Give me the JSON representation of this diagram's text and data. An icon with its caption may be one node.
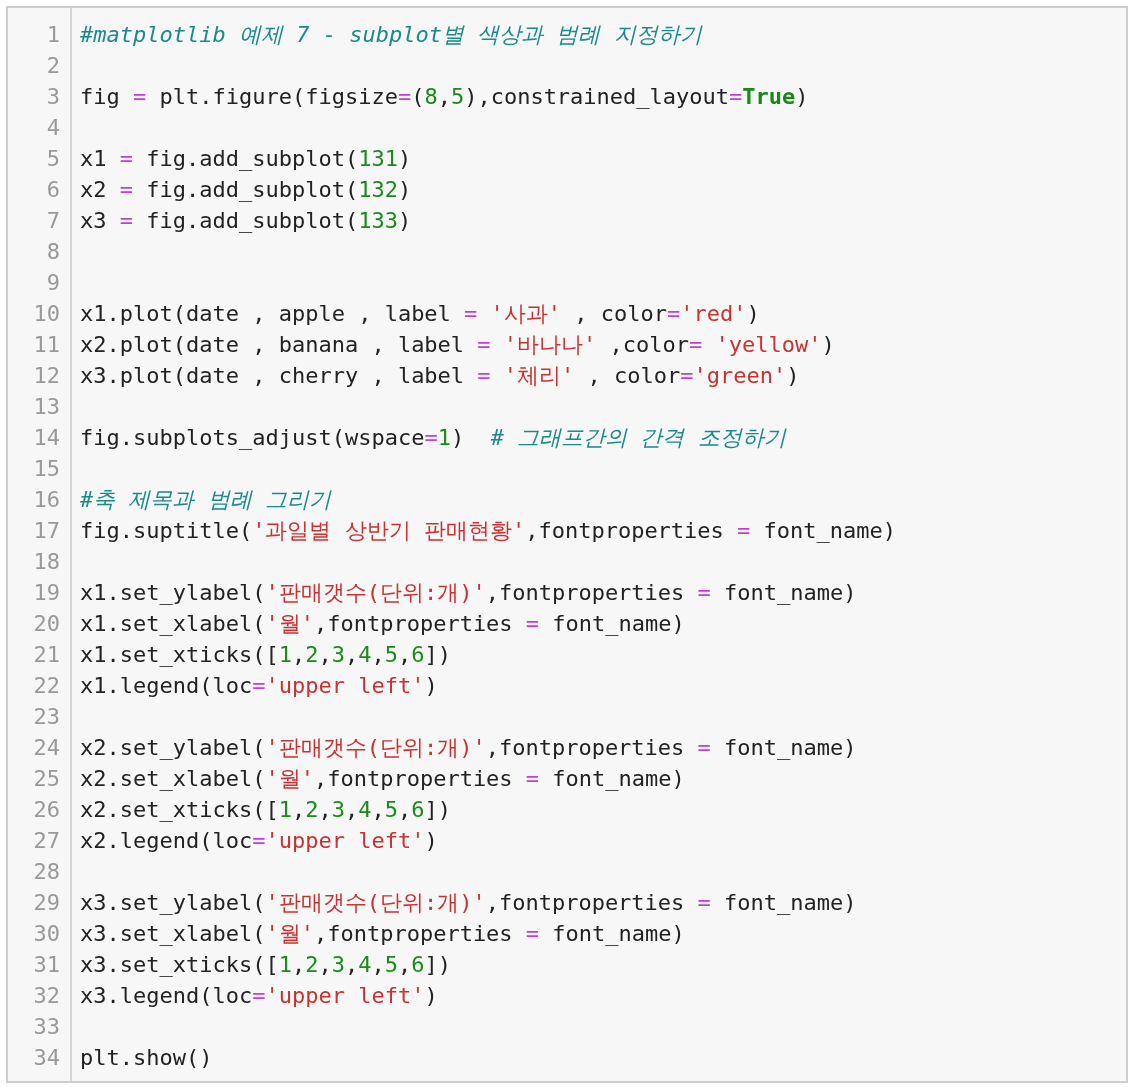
{
  "diagram": {
    "labels": [
      "1",
      "#matplotlib 예제 7 - subplot별 색상과 범례 지정하기",
      "2",
      "3",
      "fig = plt.figure(figsize=(8,5),constrained_layout=True)",
      "4",
      "5",
      "x1 = fig.add_subplot(131)",
      "6",
      "x2 = fig.add_subplot(132)",
      "7",
      "x3 = fig.add_subplot(133)",
      "8",
      "9",
      "10",
      "x1.plot(date , apple , label = '사과' , color='red')",
      "11",
      "x2.plot(date , banana , label = '바나나' ,color= 'yellow')",
      "12",
      "x3.plot(date , cherry , label = '체리' , color='green')",
      "13",
      "14",
      "fig.subplots_adjust(wspace=1)  # 그래프간의 간격 조정하기",
      "15",
      "16",
      "#축 제목과 범례 그리기",
      "17",
      "fig.suptitle('과일별 상반기 판매현황',fontproperties = font_name)",
      "18",
      "19",
      "x1.set_ylabel('판매갯수(단위:개)',fontproperties = font_name)",
      "20",
      "x1.set_xlabel('월',fontproperties = font_name)",
      "21",
      "x1.set_xticks([1,2,3,4,5,6])",
      "22",
      "x1.legend(loc='upper left')",
      "23",
      "24",
      "x2.set_ylabel('판매갯수(단위:개)',fontproperties = font_name)",
      "25",
      "x2.set_xlabel('월',fontproperties = font_name)",
      "26",
      "x2.set_xticks([1,2,3,4,5,6])",
      "27",
      "x2.legend(loc='upper left')",
      "28",
      "29",
      "x3.set_ylabel('판매갯수(단위:개)',fontproperties = font_name)",
      "30",
      "x3.set_xlabel('월',fontproperties = font_name)",
      "31",
      "x3.set_xticks([1,2,3,4,5,6])",
      "32",
      "x3.legend(loc='upper left')",
      "33",
      "34",
      "plt.show()"
    ]
  }
}
